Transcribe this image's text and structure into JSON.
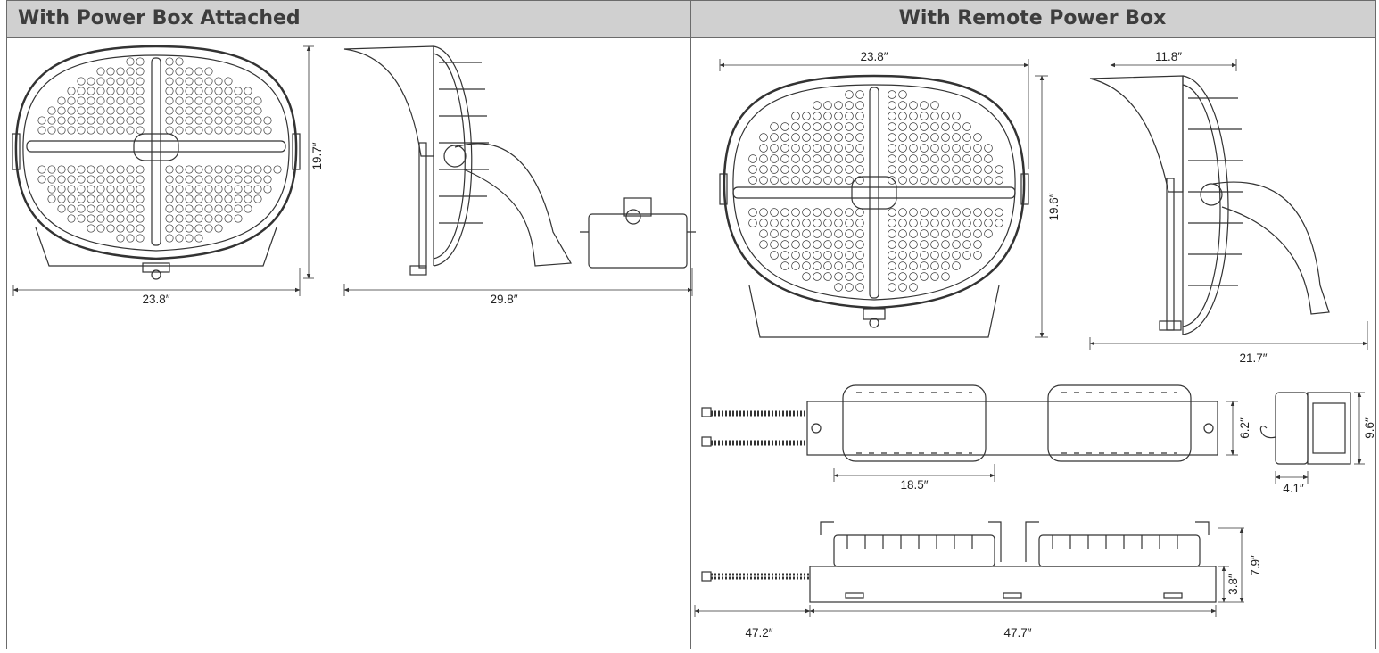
{
  "panels": {
    "attached": {
      "title": "With Power Box Attached",
      "dims": {
        "width": "23.8″",
        "height": "19.7″",
        "depth": "29.8″"
      }
    },
    "remote": {
      "title": "With Remote Power Box",
      "dims": {
        "width": "23.8″",
        "height": "19.6″",
        "side_depth": "11.8″",
        "side_width": "21.7″",
        "box_length": "18.5″",
        "box_height": "6.2″",
        "box_end_height": "9.6″",
        "box_end_depth": "4.1″",
        "assembly_height": "7.9″",
        "rail_height": "3.8″",
        "cable_length": "47.2″",
        "rail_length": "47.7″"
      }
    }
  },
  "colors": {
    "line": "#333333",
    "header_bg": "#d0d0d0",
    "frame": "#6b6b6b"
  }
}
